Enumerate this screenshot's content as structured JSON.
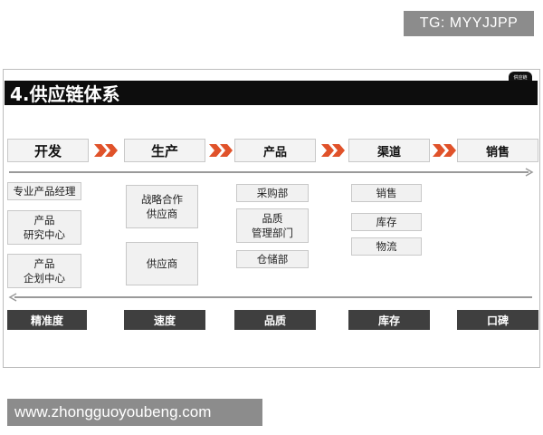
{
  "watermark_top": "TG: MYYJJPP",
  "slide": {
    "title": "4.供应链体系",
    "logo_text": "供应链",
    "stages": [
      "开发",
      "生产",
      "产品",
      "渠道",
      "销售"
    ],
    "columns": [
      {
        "items": [
          [
            "专业产品经理"
          ],
          [
            "产品",
            "研究中心"
          ],
          [
            "产品",
            "企划中心"
          ]
        ]
      },
      {
        "items": [
          [
            "战略合作",
            "供应商"
          ],
          [
            "供应商"
          ]
        ]
      },
      {
        "items": [
          [
            "采购部"
          ],
          [
            "品质",
            "管理部门"
          ],
          [
            "仓储部"
          ]
        ]
      },
      {
        "items": [
          [
            "销售"
          ],
          [
            "库存"
          ],
          [
            "物流"
          ]
        ]
      }
    ],
    "metrics": [
      "精准度",
      "速度",
      "品质",
      "库存",
      "口碑"
    ],
    "colors": {
      "title_bar": "#0d0d0d",
      "chevron": "#e0522a",
      "metric_bar": "#3f3f3f"
    }
  },
  "watermark_bottom": "www.zhongguoyoubeng.com"
}
